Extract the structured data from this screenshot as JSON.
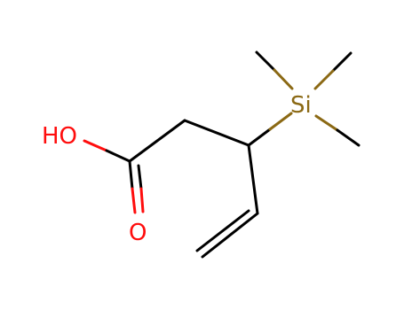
{
  "structure": {
    "atoms": {
      "hydroxyl": {
        "label": "HO",
        "color": "#ff0d0d"
      },
      "carbonyl_oxygen": {
        "label": "O",
        "color": "#ff0d0d"
      },
      "silicon": {
        "label": "Si",
        "color": "#8b6914"
      }
    },
    "colors": {
      "bond": "#000000",
      "oxygen": "#ff0d0d",
      "silicon": "#8b6914",
      "background": "#ffffff"
    }
  }
}
